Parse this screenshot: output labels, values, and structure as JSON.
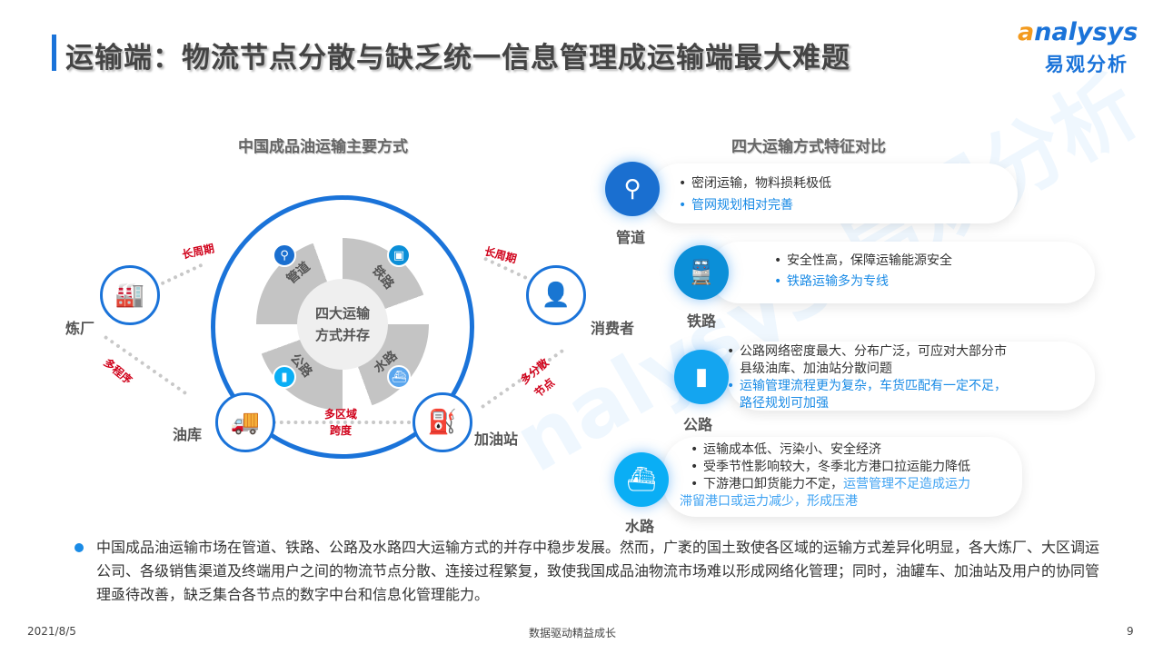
{
  "header": {
    "title": "运输端：物流节点分散与缺乏统一信息管理成运输端最大难题",
    "logo_en_a": "a",
    "logo_en_rest": "nalysys",
    "logo_cn": "易观分析"
  },
  "left": {
    "title": "中国成品油运输主要方式",
    "hub_line1": "四大运输",
    "hub_line2": "方式并存",
    "segments": [
      "管道",
      "铁路",
      "公路",
      "水路"
    ],
    "nodes": {
      "refinery": "炼厂",
      "depot": "油库",
      "station": "加油站",
      "consumer": "消费者"
    },
    "annotations": {
      "long1": "长周期",
      "long2": "长周期",
      "multi_process": "多程序",
      "multi_region_1": "多区域",
      "multi_region_2": "跨度",
      "multi_node_1": "多分散",
      "multi_node_2": "节点"
    }
  },
  "right": {
    "title": "四大运输方式特征对比",
    "modes": [
      {
        "label": "管道",
        "points": [
          "密闭运输，物料损耗极低",
          "管网规划相对完善"
        ]
      },
      {
        "label": "铁路",
        "points": [
          "安全性高，保障运输能源安全",
          "铁路运输多为专线"
        ]
      },
      {
        "label": "公路",
        "points": [
          "公路网络密度最大、分布广泛，可应对大部分市",
          "县级油库、加油站分散问题",
          "运输管理流程更为复杂，车货匹配有一定不足，",
          "路径规划可加强"
        ]
      },
      {
        "label": "水路",
        "points": [
          "运输成本低、污染小、安全经济",
          "受季节性影响较大，冬季北方港口拉运能力降低",
          "下游港口卸货能力不定，",
          "运营管理不足造成运力",
          "滞留港口或运力减少，形成压港"
        ]
      }
    ]
  },
  "summary": "中国成品油运输市场在管道、铁路、公路及水路四大运输方式的并存中稳步发展。然而，广袤的国土致使各区域的运输方式差异化明显，各大炼厂、大区调运公司、各级销售渠道及终端用户之间的物流节点分散、连接过程繁复，致使我国成品油物流市场难以形成网络化管理；同时，油罐车、加油站及用户的协同管理亟待改善，缺乏集合各节点的数字中台和信息化管理能力。",
  "footer": {
    "date": "2021/8/5",
    "slogan": "数据驱动精益成长",
    "page": "9"
  },
  "colors": {
    "accent": "#1a73d9",
    "red": "#d0021b",
    "highlight": "#1a8be6"
  }
}
